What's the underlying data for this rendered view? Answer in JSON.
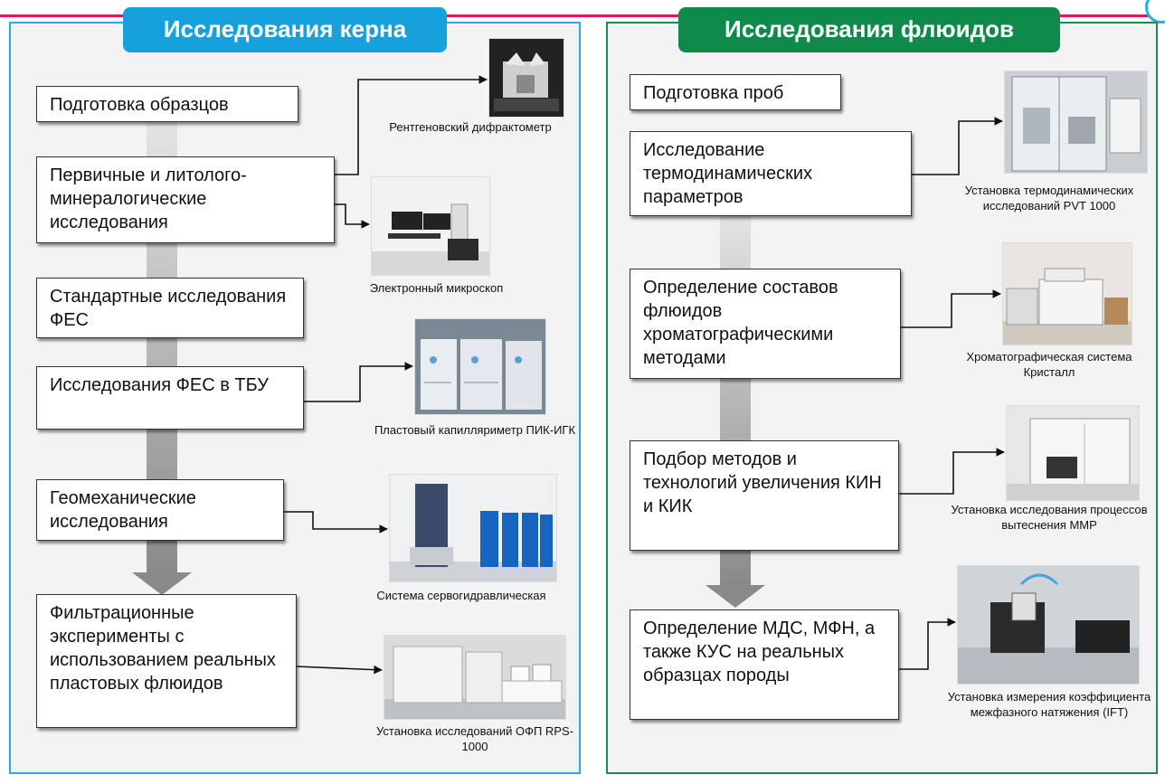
{
  "colors": {
    "accent_line": "#d81b60",
    "left_accent": "#16a1dc",
    "right_accent": "#0e8a4a"
  },
  "left": {
    "title": "Исследования керна",
    "steps": [
      "Подготовка образцов",
      "Первичные и литолого-минералогические исследования",
      "Стандартные исследования ФЕС",
      "Исследования ФЕС в ТБУ",
      "Геомеханические исследования",
      "Фильтрационные эксперименты с использованием реальных пластовых флюидов"
    ],
    "captions": [
      "Рентгеновский дифрактометр",
      "Электронный микроскоп",
      "Пластовый капилляриметр ПИК-ИГК",
      "Система сервогидравлическая",
      "Установка исследований ОФП RPS-1000"
    ]
  },
  "right": {
    "title": "Исследования флюидов",
    "steps": [
      "Подготовка проб",
      "Исследование термодинамических параметров",
      "Определение составов флюидов хроматографическими методами",
      "Подбор методов и технологий увеличения КИН и КИК",
      "Определение МДС, МФН, а также КУС на реальных образцах породы"
    ],
    "captions": [
      "Установка термодинамических исследований PVT 1000",
      "Хроматографическая система Кристалл",
      "Установка исследования процессов вытеснения ММР",
      "Установка измерения коэффициента межфазного натяжения (IFT)"
    ]
  }
}
